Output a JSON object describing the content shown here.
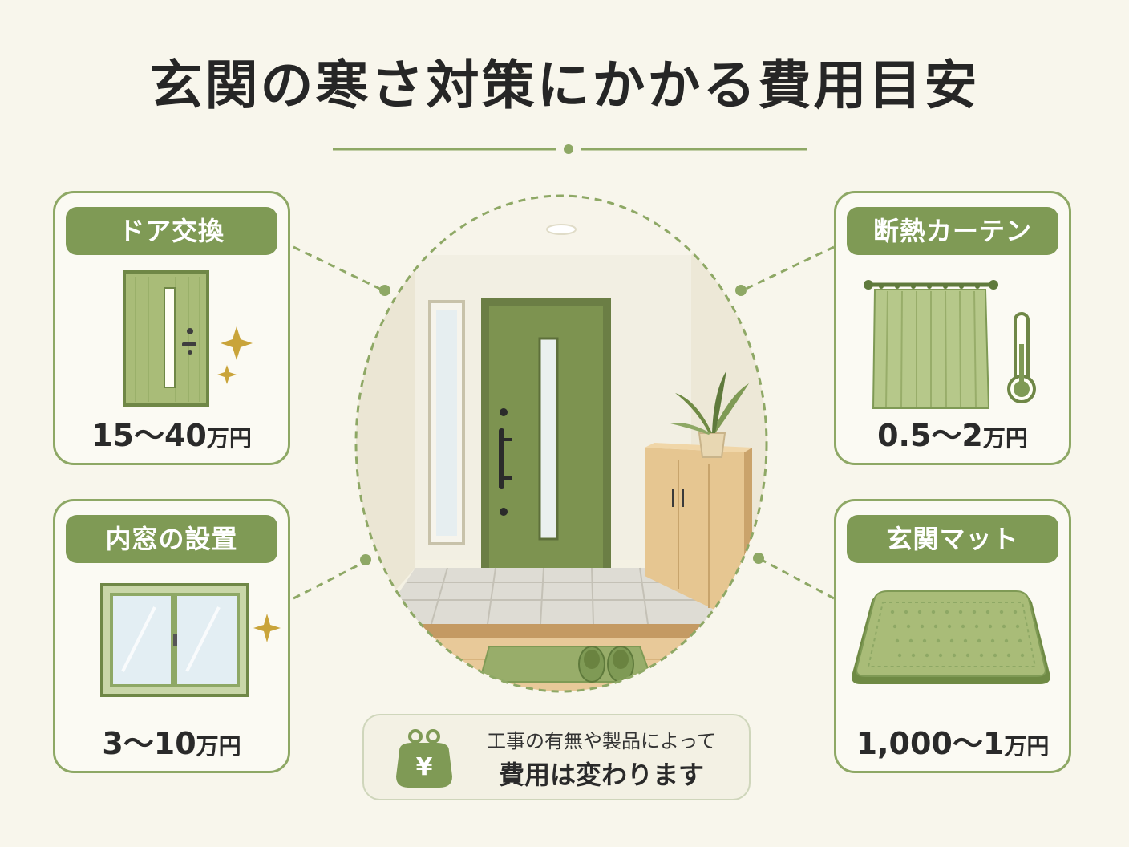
{
  "title": "玄関の寒さ対策にかかる費用目安",
  "items": [
    {
      "label": "ドア交換",
      "price_num": "15〜40",
      "price_unit": "万円",
      "icon": "door-icon"
    },
    {
      "label": "内窓の設置",
      "price_num": "3〜10",
      "price_unit": "万円",
      "icon": "window-icon"
    },
    {
      "label": "断熱カーテン",
      "price_num": "0.5〜2",
      "price_unit": "万円",
      "icon": "curtain-icon"
    },
    {
      "label": "玄関マット",
      "price_num": "1,000〜1",
      "price_unit": "万円",
      "icon": "mat-icon"
    }
  ],
  "note": {
    "line1": "工事の有無や製品によって",
    "line2": "費用は変わります",
    "currency_symbol": "¥",
    "icon": "coin-purse-icon"
  },
  "colors": {
    "accent": "#7f9a55",
    "border": "#8ea865",
    "background": "#f8f6ec",
    "sparkle": "#c9a43a"
  }
}
